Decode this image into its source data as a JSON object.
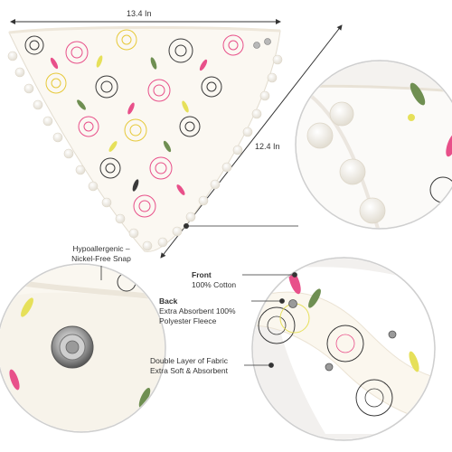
{
  "dimensions": {
    "width_label": "13.4 In",
    "height_label": "12.4 In"
  },
  "callouts": {
    "snap": {
      "line1": "Hypoallergenic –",
      "line2": "Nickel-Free Snap"
    },
    "front": {
      "title": "Front",
      "detail": "100% Cotton"
    },
    "back": {
      "title": "Back",
      "detail1": "Extra Absorbent 100%",
      "detail2": "Polyester Fleece"
    },
    "double_layer": {
      "line1": "Double Layer of Fabric",
      "line2": "Extra Soft & Absorbent"
    }
  },
  "colors": {
    "pink": "#e8508a",
    "yellow": "#e6e05a",
    "green": "#6f8f52",
    "outline": "#3a3a3a",
    "pompom": "#f4f1ea",
    "fabric": "#fbf8f2",
    "ring": "#d6d6d6"
  },
  "icons": [
    "dreamcatcher-icon",
    "feather-icon",
    "pompom-icon",
    "snap-button-icon",
    "arrow-icon"
  ]
}
